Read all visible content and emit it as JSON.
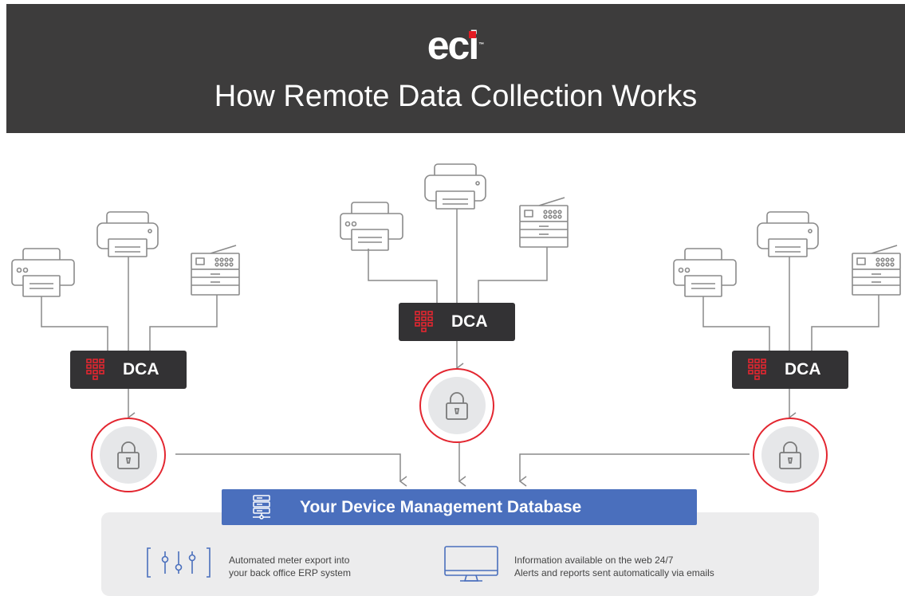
{
  "header": {
    "logo_text": "eci",
    "logo_tm": "™",
    "title": "How Remote Data Collection Works"
  },
  "nodes": {
    "dca_label": "DCA"
  },
  "database": {
    "label": "Your Device Management Database"
  },
  "features": {
    "erp_line1": "Automated meter export into",
    "erp_line2": "your back office ERP system",
    "web_line1": "Information available on the web 24/7",
    "web_line2": "Alerts and reports sent automatically via emails"
  },
  "colors": {
    "header_bg": "#3d3c3c",
    "accent_red": "#e32630",
    "dca_bg": "#333234",
    "database_blue": "#4a6fbd",
    "panel_bg": "#ececed"
  },
  "icons": [
    "printer-icon",
    "copier-icon",
    "dca-chip-icon",
    "lock-icon",
    "server-icon",
    "sliders-icon",
    "monitor-icon"
  ]
}
